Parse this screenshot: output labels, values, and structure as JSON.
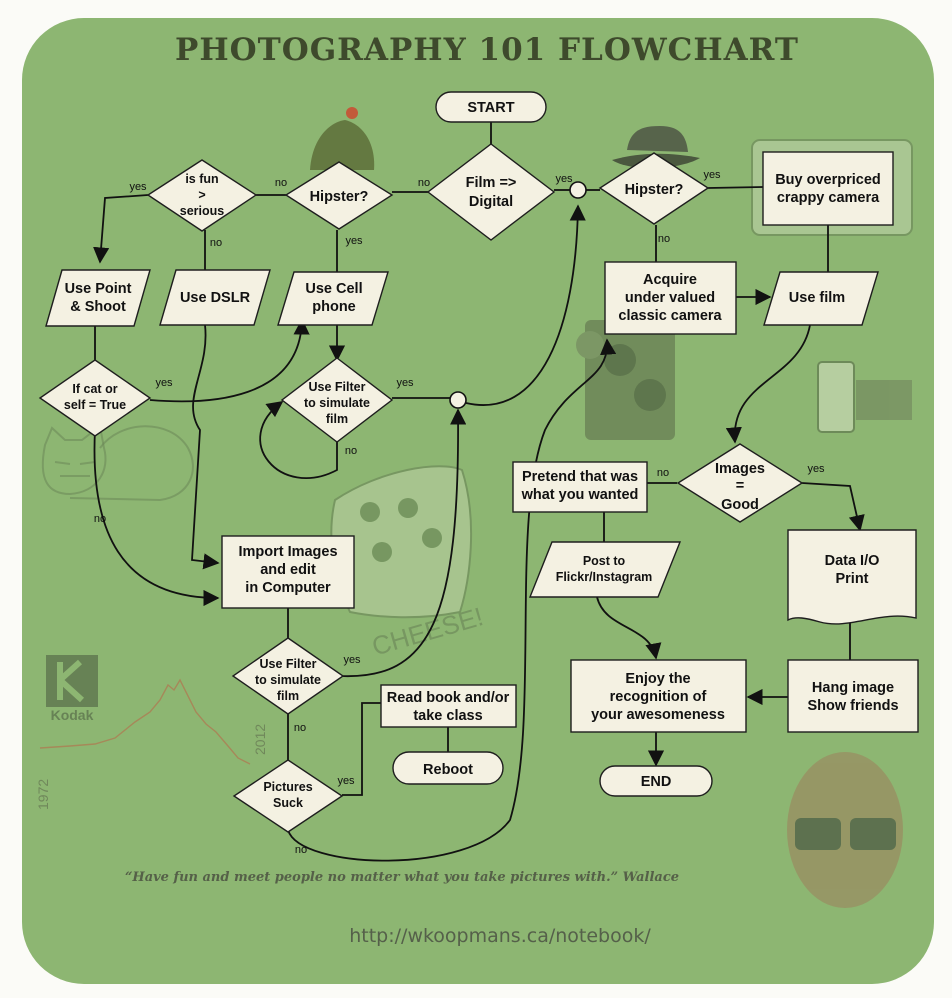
{
  "title": "PHOTOGRAPHY 101 FLOWCHART",
  "nodes": {
    "start": "START",
    "film_digital": [
      "Film =>",
      "Digital"
    ],
    "hipster_left": "Hipster?",
    "hipster_right": "Hipster?",
    "fun_serious": [
      "is fun",
      ">",
      "serious"
    ],
    "point_shoot": [
      "Use Point",
      "& Shoot"
    ],
    "dslr": "Use DSLR",
    "cell_phone": [
      "Use Cell",
      "phone"
    ],
    "cat_self": [
      "If cat or",
      "self = True"
    ],
    "filter_top": [
      "Use Filter",
      "to simulate",
      "film"
    ],
    "import_images": [
      "Import Images",
      "and edit",
      "in Computer"
    ],
    "filter_bottom": [
      "Use Filter",
      "to simulate",
      "film"
    ],
    "pictures_suck": [
      "Pictures",
      "Suck"
    ],
    "read_book": [
      "Read book and/or",
      "take class"
    ],
    "reboot": "Reboot",
    "buy_camera": [
      "Buy overpriced",
      "crappy camera"
    ],
    "acquire_camera": [
      "Acquire",
      "under valued",
      "classic camera"
    ],
    "use_film": "Use film",
    "images_good": [
      "Images",
      "=",
      "Good"
    ],
    "pretend": [
      "Pretend that was",
      "what you wanted"
    ],
    "post": [
      "Post to",
      "Flickr/Instagram"
    ],
    "data_io": [
      "Data I/O",
      "Print"
    ],
    "enjoy": [
      "Enjoy the",
      "recognition of",
      "your awesomeness"
    ],
    "hang": [
      "Hang image",
      "Show friends"
    ],
    "end": "END"
  },
  "edge_labels": {
    "yes": "yes",
    "no": "no"
  },
  "decor": {
    "kodak": "Kodak",
    "year_start": "1972",
    "year_end": "2012",
    "cheese": "CHEESE!"
  },
  "quote": "“Have fun and meet people no matter what you take pictures with.”  Wallace",
  "url": "http://wkoopmans.ca/notebook/",
  "colors": {
    "background": "#8db672",
    "node_fill": "#f4f1e2",
    "title": "#3e4a2c"
  }
}
